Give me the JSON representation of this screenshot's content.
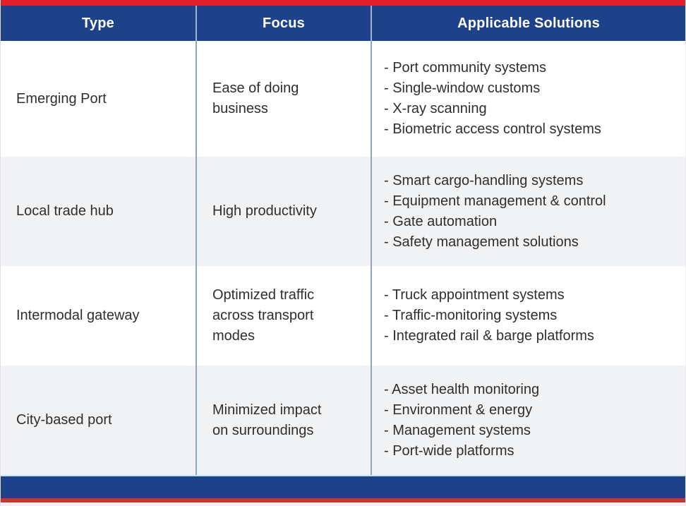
{
  "header": {
    "columns": [
      "Type",
      "Focus",
      "Applicable Solutions"
    ]
  },
  "rows": [
    {
      "type": "Emerging Port",
      "focus": "Ease of doing business",
      "solutions": [
        "- Port community systems",
        "- Single-window customs",
        "- X-ray scanning",
        "- Biometric access control systems"
      ]
    },
    {
      "type": "Local trade hub",
      "focus": "High productivity",
      "solutions": [
        "- Smart cargo-handling systems",
        "- Equipment management & control",
        "- Gate automation",
        "- Safety management solutions"
      ]
    },
    {
      "type": "Intermodal gateway",
      "focus": "Optimized traffic across transport modes",
      "solutions": [
        "- Truck appointment systems",
        "- Traffic-monitoring systems",
        "- Integrated rail & barge platforms"
      ]
    },
    {
      "type": "City-based port",
      "focus": "Minimized impact on surroundings",
      "solutions": [
        "- Asset health monitoring",
        "- Environment & energy",
        "- Management systems",
        "- Port-wide platforms"
      ]
    }
  ],
  "colors": {
    "accent_red": "#e0212a",
    "header_blue": "#1e4289",
    "row_alt_gray": "#f1f2f4",
    "column_divider_blue": "#8ca6c6",
    "footer_cyan": "#c4e6f4",
    "footer_navy": "#35348b",
    "footer_red": "#bf3a31",
    "body_text": "#2e2e2e",
    "header_text": "#ffffff"
  },
  "chart_data": {
    "type": "table",
    "columns": [
      "Type",
      "Focus",
      "Applicable Solutions"
    ],
    "rows": [
      [
        "Emerging Port",
        "Ease of doing business",
        "Port community systems; Single-window customs; X-ray scanning; Biometric access control systems"
      ],
      [
        "Local trade hub",
        "High productivity",
        "Smart cargo-handling systems; Equipment management & control; Gate automation; Safety management solutions"
      ],
      [
        "Intermodal gateway",
        "Optimized traffic across transport modes",
        "Truck appointment systems; Traffic-monitoring systems; Integrated rail & barge platforms"
      ],
      [
        "City-based port",
        "Minimized impact on surroundings",
        "Asset health monitoring; Environment & energy; Management systems; Port-wide platforms"
      ]
    ]
  }
}
